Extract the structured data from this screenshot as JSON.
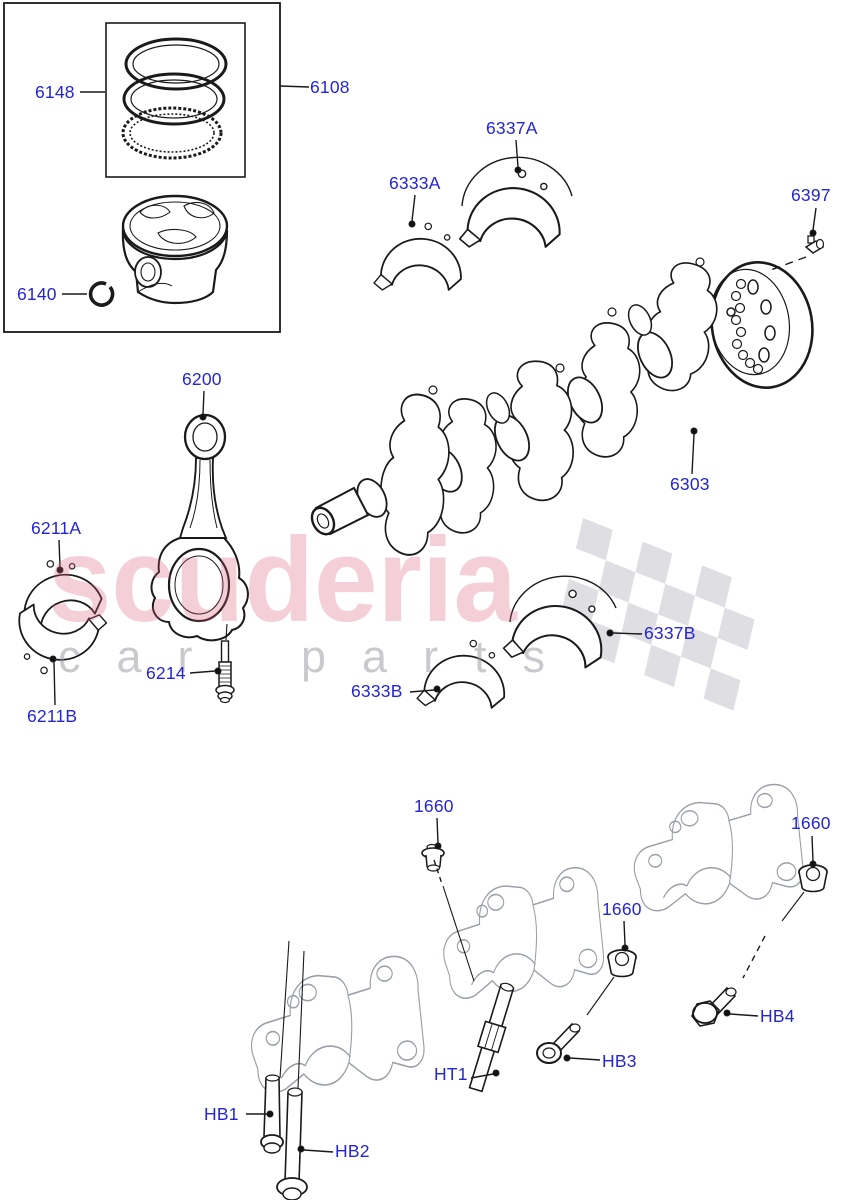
{
  "watermark": {
    "brand": "scuderia",
    "subtext": "car parts"
  },
  "part_labels": {
    "6148": "6148",
    "6108": "6108",
    "6140": "6140",
    "6200": "6200",
    "6211A": "6211A",
    "6211B": "6211B",
    "6214": "6214",
    "6333A": "6333A",
    "6337A": "6337A",
    "6333B": "6333B",
    "6337B": "6337B",
    "6303": "6303",
    "6397": "6397",
    "1660": "1660",
    "HT1": "HT1",
    "HB1": "HB1",
    "HB2": "HB2",
    "HB3": "HB3",
    "HB4": "HB4"
  },
  "colors": {
    "label": "#2424d8",
    "line": "#1a1a1a",
    "cap_line": "#9aa0a8",
    "watermark_brand": "#dd5577",
    "watermark_sub": "#97979e",
    "flag": "#d8d8dd"
  }
}
